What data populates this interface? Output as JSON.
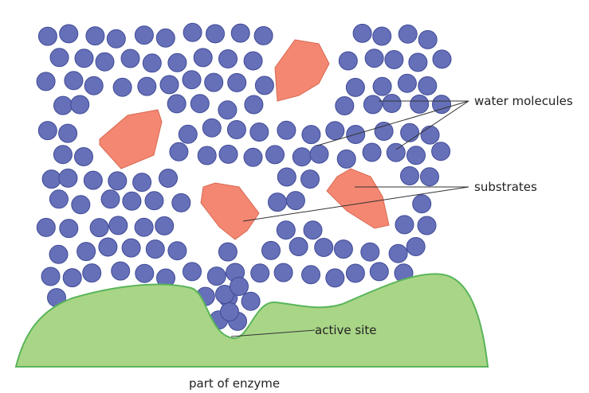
{
  "labels": {
    "water_molecules": "water molecules",
    "substrates": "substrates",
    "active_site": "active site",
    "caption": "part of enzyme"
  },
  "colors": {
    "water": "#6670b8",
    "water_stroke": "#3f4a97",
    "substrate": "#f48771",
    "substrate_stroke": "#d86a54",
    "enzyme": "#a9d587",
    "enzyme_stroke": "#5ab55a",
    "leader_line": "#333333"
  }
}
